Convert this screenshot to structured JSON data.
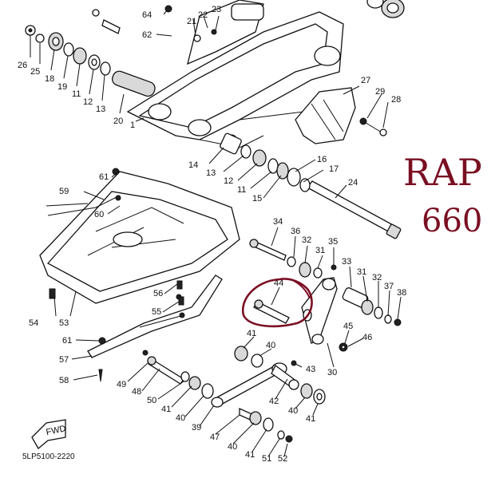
{
  "diagram": {
    "labels": [
      "64",
      "22",
      "23",
      "21",
      "62",
      "26",
      "25",
      "18",
      "19",
      "11",
      "12",
      "13",
      "20",
      "1",
      "27",
      "29",
      "28",
      "14",
      "13",
      "12",
      "11",
      "15",
      "16",
      "17",
      "24",
      "61",
      "59",
      "60",
      "34",
      "36",
      "32",
      "35",
      "31",
      "33",
      "31",
      "32",
      "37",
      "38",
      "44",
      "41",
      "40",
      "45",
      "46",
      "43",
      "30",
      "54",
      "53",
      "56",
      "55",
      "61",
      "57",
      "58",
      "49",
      "48",
      "50",
      "41",
      "40",
      "39",
      "47",
      "40",
      "41",
      "51",
      "52",
      "42",
      "40",
      "41"
    ],
    "fwd": "FWD",
    "code": "5LP5100-2220"
  },
  "annotation": {
    "line1": "RAP",
    "line2": "660",
    "color": "#7a0f22"
  }
}
